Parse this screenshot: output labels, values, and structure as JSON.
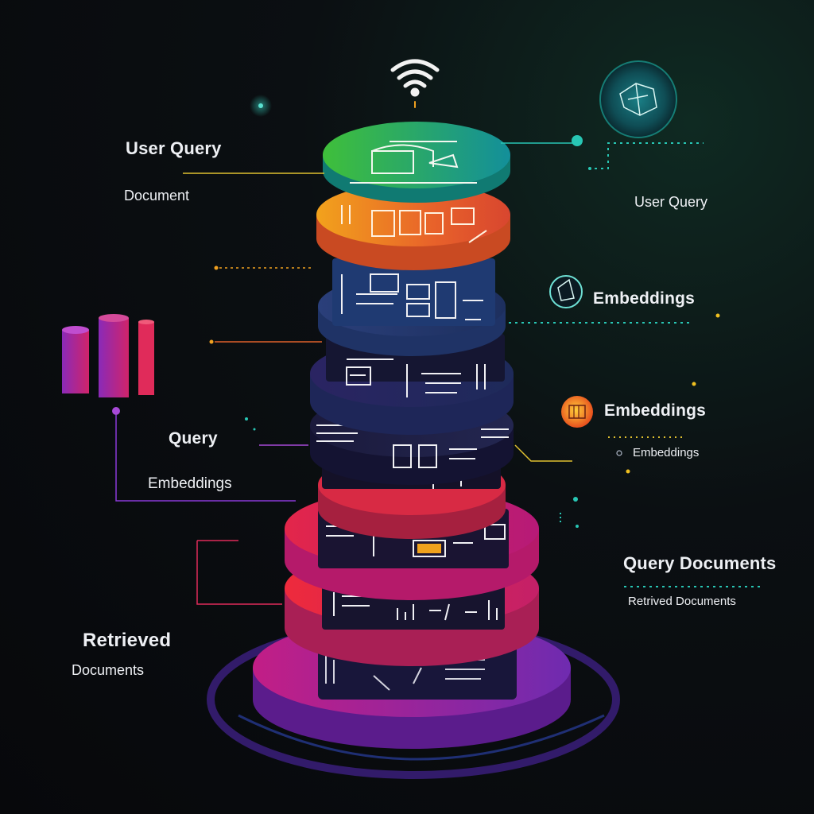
{
  "labels": {
    "user_query_left": "User Query",
    "document_left": "Document",
    "query_left": "Query",
    "embeddings_left": "Embeddings",
    "retrieved_left": "Retrieved",
    "documents_left": "Documents",
    "user_query_right": "User Query",
    "embeddings_right_1": "Embeddings",
    "embeddings_right_2": "Embeddings",
    "embeddings_right_3": "Embeddings",
    "query_documents_right": "Query Documents",
    "retrieved_documents_right": "Retrived Documents"
  },
  "colors": {
    "background": "#07080b",
    "teal": "#1fb5a8",
    "green": "#3fbf4a",
    "orange": "#f08a1c",
    "navy": "#243a6b",
    "indigo": "#2a2a66",
    "magenta": "#c8207a",
    "red": "#e3264a",
    "purple": "#8a2bb8"
  },
  "icons": [
    "wifi-icon",
    "network-globe-icon",
    "bar-chart-icon",
    "embedding-icon",
    "document-icon"
  ]
}
